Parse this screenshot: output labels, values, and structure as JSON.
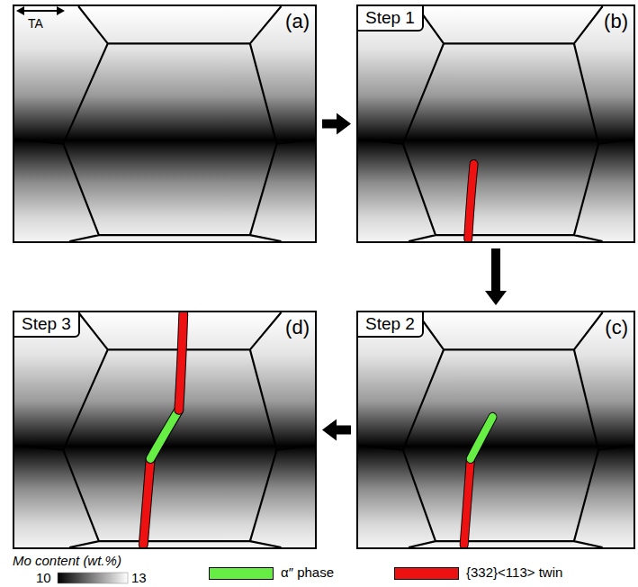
{
  "diagram": {
    "nodes": [
      {
        "text": [
          "(a)"
        ]
      },
      {
        "text": [
          "Step 1",
          "(b)"
        ]
      },
      {
        "text": [
          "Step 3",
          "(d)"
        ]
      },
      {
        "text": [
          "Step 2",
          "(c)"
        ]
      }
    ],
    "edges": [
      {
        "from": 0,
        "to": 1,
        "arrow": "to"
      },
      {
        "from": 1,
        "to": 3,
        "arrow": "to"
      },
      {
        "from": 3,
        "to": 2,
        "arrow": "to"
      }
    ],
    "labels": [
      "TA",
      "Mo content (wt.%)",
      "10",
      "13"
    ],
    "legend": [
      {
        "text": "α″ phase",
        "color": "#66ee44"
      },
      {
        "text": "{332}<113> twin",
        "color": "#ee1111"
      }
    ]
  }
}
